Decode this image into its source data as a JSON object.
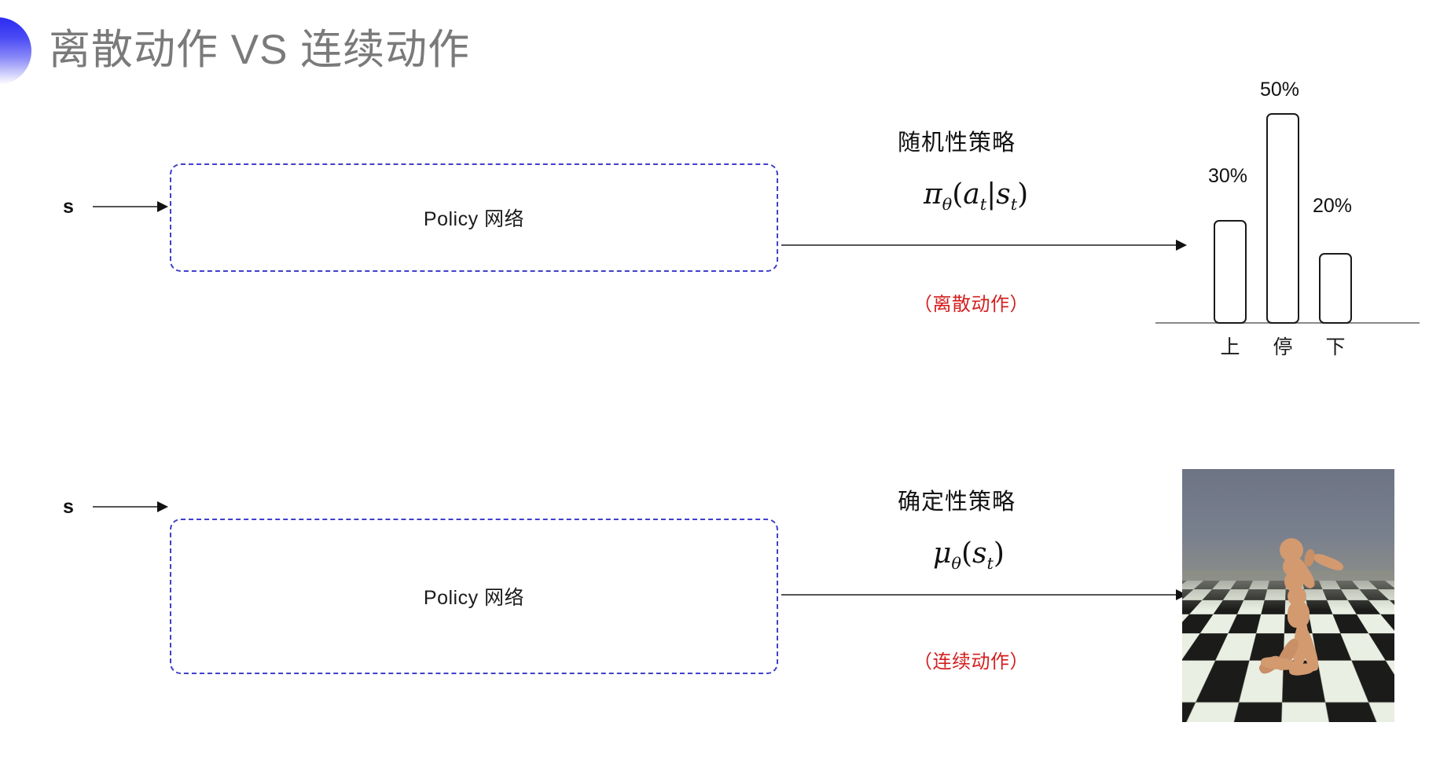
{
  "slide": {
    "title": "离散动作 VS 连续动作",
    "background_color": "#ffffff",
    "title_color": "#7a7a7a",
    "accent_color": "#2b2bf2"
  },
  "rows": [
    {
      "id": "discrete",
      "state_label": "s",
      "policy_box_label": "Policy 网络",
      "policy_type": "随机性策略",
      "formula_plain": "π_θ(a_t|s_t)",
      "formula_parts": {
        "fn": "π",
        "fn_sub": "θ",
        "open": "(",
        "arg1": "a",
        "arg1_sub": "t",
        "sep": "|",
        "arg2": "s",
        "arg2_sub": "t",
        "close": ")"
      },
      "action_note": "（离散动作）",
      "action_note_color": "#d32020",
      "output_kind": "bar-chart"
    },
    {
      "id": "continuous",
      "state_label": "s",
      "policy_box_label": "Policy 网络",
      "policy_type": "确定性策略",
      "formula_plain": "μ_θ(s_t)",
      "formula_parts": {
        "fn": "μ",
        "fn_sub": "θ",
        "open": "(",
        "arg1": "s",
        "arg1_sub": "t",
        "sep": "",
        "arg2": "",
        "arg2_sub": "",
        "close": ")"
      },
      "action_note": "（连续动作）",
      "action_note_color": "#d32020",
      "output_kind": "humanoid-simulation"
    }
  ],
  "chart_data": {
    "type": "bar",
    "title": "",
    "xlabel": "",
    "ylabel": "",
    "categories": [
      "上",
      "停",
      "下"
    ],
    "values": [
      30,
      50,
      20
    ],
    "value_labels": [
      "30%",
      "50%",
      "20%"
    ],
    "ylim": [
      0,
      55
    ],
    "grid": false,
    "legend": "none",
    "bar_style": {
      "fill": "#ffffff",
      "stroke": "#1a1a1a",
      "rounded": true
    },
    "axis_color": "#8a8a8a"
  },
  "simulation": {
    "caption": "",
    "scene": "humanoid-on-checkerboard-floor",
    "sky_color": "#6f7686",
    "floor_light": "#e9efe2",
    "floor_dark": "#1b1b19",
    "body_color": "#d39a70"
  },
  "icons": {
    "title_decoration": "half-circle-gradient-icon",
    "flow_arrow": "arrow-right-icon"
  }
}
